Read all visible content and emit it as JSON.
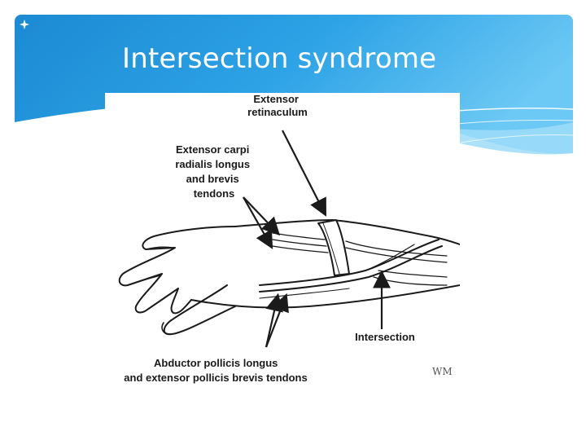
{
  "slide": {
    "title": "Intersection syndrome",
    "theme_colors": {
      "banner_dark": "#1e8fd6",
      "banner_light": "#7fd0f7",
      "accent_white": "#ffffff"
    }
  },
  "figure": {
    "labels": {
      "extensor_retinaculum": [
        "Extensor",
        "retinaculum"
      ],
      "ecr_tendons": [
        "Extensor carpi",
        "radialis longus",
        "and brevis",
        "tendons"
      ],
      "intersection": "Intersection",
      "apl_epb_tendons": [
        "Abductor pollicis longus",
        "and extensor pollicis brevis tendons"
      ]
    },
    "signature": "WM"
  }
}
